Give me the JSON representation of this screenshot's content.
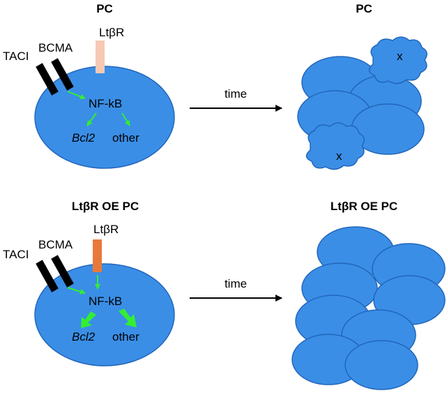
{
  "top": {
    "left_title": "PC",
    "right_title": "PC",
    "tnf_receptor_1": "TACI",
    "tnf_receptor_2": "BCMA",
    "ltbr_label": "LtβR",
    "nfkb_label": "NF-kB",
    "target_bcl2": "Bcl2",
    "target_other": "other",
    "time_label": "time",
    "dead_cell_mark_1": "x",
    "dead_cell_mark_2": "x"
  },
  "bottom": {
    "left_title": "LtβR OE PC",
    "right_title": "LtβR OE PC",
    "tnf_receptor_1": "TACI",
    "tnf_receptor_2": "BCMA",
    "ltbr_label": "LtβR",
    "nfkb_label": "NF-kB",
    "target_bcl2": "Bcl2",
    "target_other": "other",
    "time_label": "time"
  },
  "colors": {
    "cell_fill": "#3a8ee6",
    "cell_stroke": "#2266bb",
    "receptor": "#000000",
    "ltbr_faint": "#f6c9b4",
    "ltbr_strong": "#e8793a",
    "signal_arrow": "#33ee33",
    "time_arrow": "#000000"
  }
}
